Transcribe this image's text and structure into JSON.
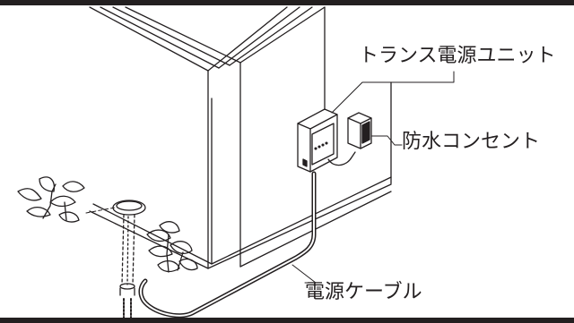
{
  "labels": {
    "transformer_unit": "トランス電源ユニット",
    "waterproof_outlet": "防水コンセント",
    "power_cable": "電源ケーブル"
  },
  "colors": {
    "ink": "#231f20",
    "background": "#ffffff"
  }
}
